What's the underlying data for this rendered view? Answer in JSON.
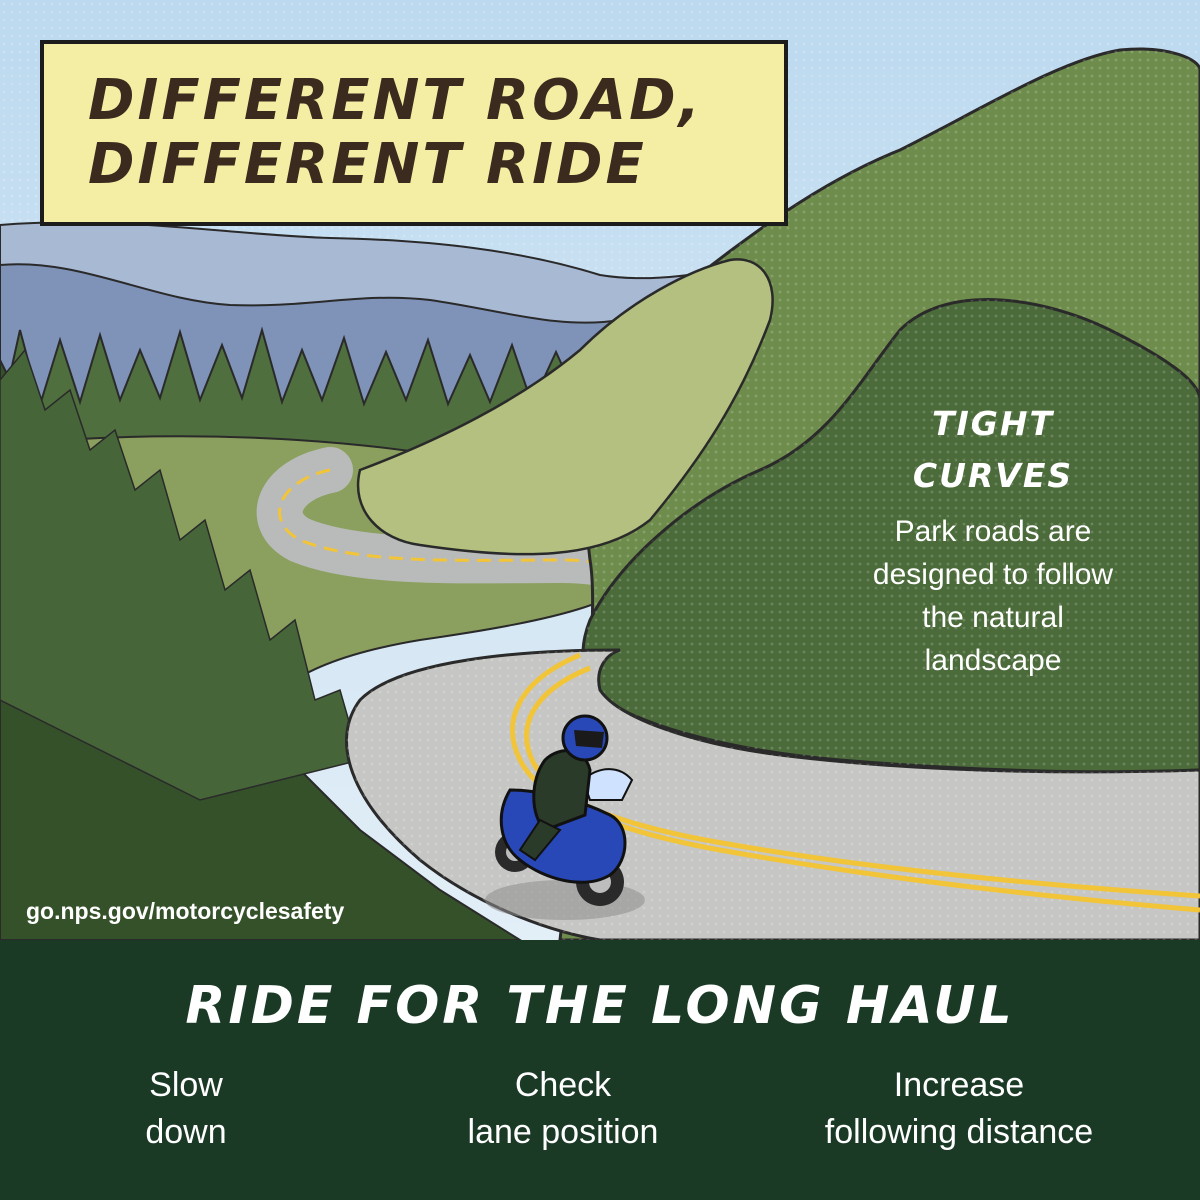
{
  "title": {
    "line1": "DIFFERENT ROAD,",
    "line2": "DIFFERENT RIDE"
  },
  "callout": {
    "heading_line1": "TIGHT",
    "heading_line2": "CURVES",
    "body_line1": "Park roads are",
    "body_line2": "designed to follow",
    "body_line3": "the natural",
    "body_line4": "landscape"
  },
  "url": "go.nps.gov/motorcyclesafety",
  "footer": {
    "title": "RIDE FOR THE LONG HAUL",
    "tips": [
      {
        "line1": "Slow",
        "line2": "down"
      },
      {
        "line1": "Check",
        "line2": "lane position"
      },
      {
        "line1": "Increase",
        "line2": "following distance"
      }
    ]
  },
  "colors": {
    "sky": "#cfe4f2",
    "title_box": "#f3eea4",
    "hill_dark": "#5d7a43",
    "hill_light": "#9aae6c",
    "road": "#c6c6c4",
    "road_line": "#f2c438",
    "motorcycle": "#2848b8",
    "footer": "#1a3a26"
  }
}
